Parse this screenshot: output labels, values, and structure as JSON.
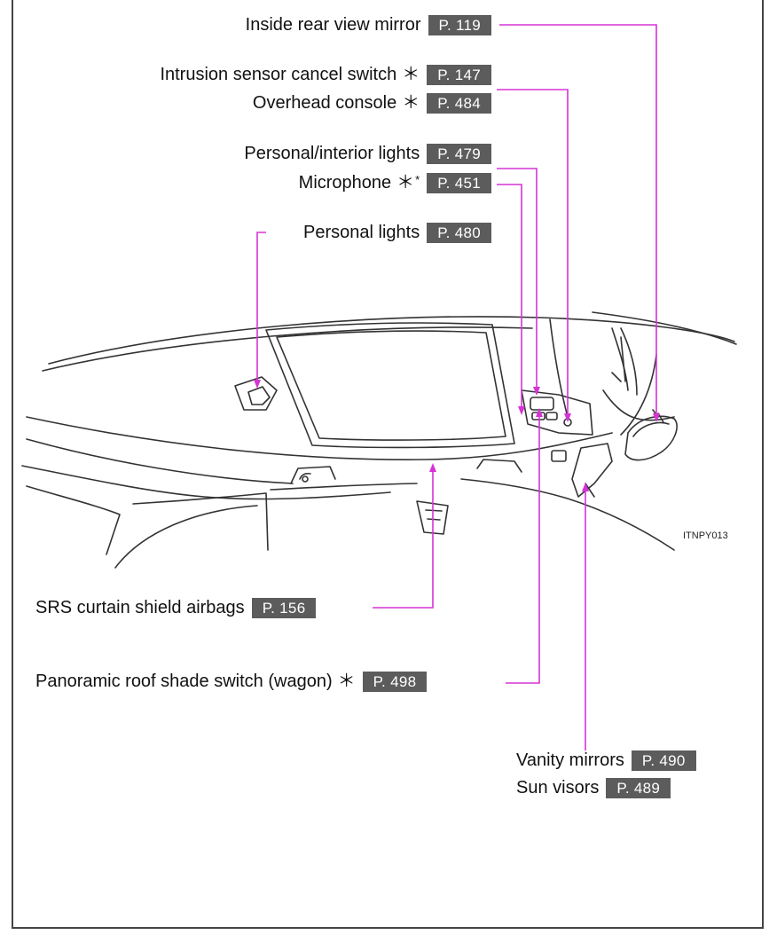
{
  "callouts": {
    "mirror": {
      "label": "Inside rear view mirror",
      "star": "",
      "sup": "",
      "page": "P. 119"
    },
    "intrusion": {
      "label": "Intrusion sensor cancel switch",
      "star": "＊",
      "sup": "",
      "page": "P. 147"
    },
    "overhead": {
      "label": "Overhead console",
      "star": "＊",
      "sup": "",
      "page": "P. 484"
    },
    "personal_interior": {
      "label": "Personal/interior lights",
      "star": "",
      "sup": "",
      "page": "P. 479"
    },
    "microphone": {
      "label": "Microphone",
      "star": "＊",
      "sup": "*",
      "page": "P. 451"
    },
    "personal": {
      "label": "Personal lights",
      "star": "",
      "sup": "",
      "page": "P. 480"
    },
    "srs": {
      "label": "SRS curtain shield airbags",
      "star": "",
      "sup": "",
      "page": "P. 156"
    },
    "panoramic": {
      "label": "Panoramic roof shade switch (wagon)",
      "star": "＊",
      "sup": "",
      "page": "P. 498"
    },
    "vanity": {
      "label": "Vanity mirrors",
      "star": "",
      "sup": "",
      "page": "P. 490"
    },
    "sunvisors": {
      "label": "Sun visors",
      "star": "",
      "sup": "",
      "page": "P. 489"
    }
  },
  "image_code": "ITNPY013",
  "colors": {
    "leader": "#d633d6",
    "badge": "#5c5c5c",
    "line": "#333333"
  }
}
